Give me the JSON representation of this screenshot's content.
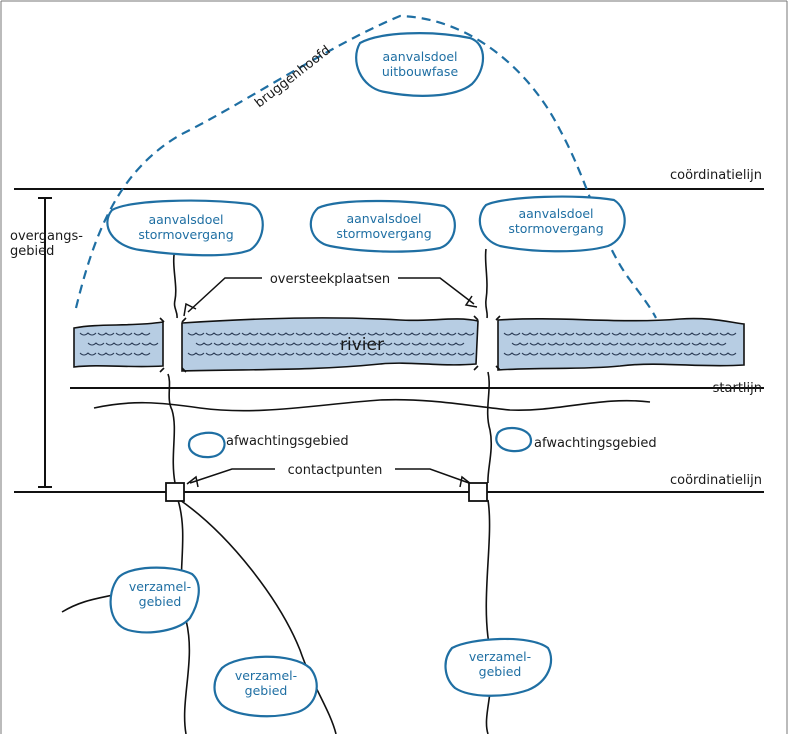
{
  "labels": {
    "bruggenhoofd": "bruggenhoofd",
    "coord_top": "coördinatielijn",
    "coord_bottom": "coördinatielijn",
    "startlijn": "startlijn",
    "overgangs_line1": "overgangs-",
    "overgangs_line2": "gebied",
    "oversteekplaatsen": "oversteekplaatsen",
    "contactpunten": "contactpunten",
    "rivier": "rivier",
    "afwachting_left": "afwachtingsgebied",
    "afwachting_right": "afwachtingsgebied"
  },
  "blobs": {
    "uitbouw": {
      "line1": "aanvalsdoel",
      "line2": "uitbouwfase"
    },
    "storm_left": {
      "line1": "aanvalsdoel",
      "line2": "stormovergang"
    },
    "storm_mid": {
      "line1": "aanvalsdoel",
      "line2": "stormovergang"
    },
    "storm_right": {
      "line1": "aanvalsdoel",
      "line2": "stormovergang"
    },
    "verzamel_1": {
      "line1": "verzamel-",
      "line2": "gebied"
    },
    "verzamel_2": {
      "line1": "verzamel-",
      "line2": "gebied"
    },
    "verzamel_3": {
      "line1": "verzamel-",
      "line2": "gebied"
    }
  },
  "colors": {
    "blue": "#1f6fa3",
    "river_fill": "#b7cde3",
    "ink": "#111111"
  }
}
